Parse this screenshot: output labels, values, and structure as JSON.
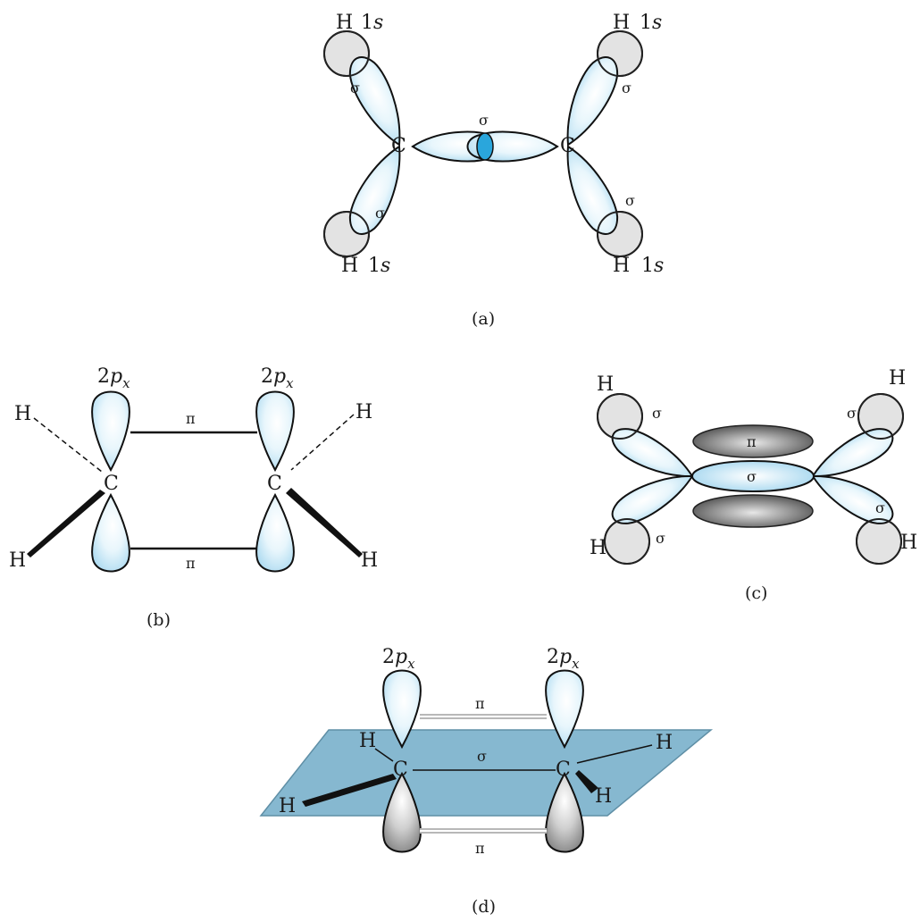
{
  "panels": {
    "a": {
      "caption": "(a)",
      "atom_c": "C",
      "atom_h": "H",
      "orbital_1s": "1",
      "orbital_1s_suffix": "s",
      "bond_sigma": "σ"
    },
    "b": {
      "caption": "(b)",
      "atom_c": "C",
      "atom_h": "H",
      "orbital_2p": "2",
      "orbital_2p_p": "p",
      "orbital_2p_sub": "x",
      "bond_pi": "π"
    },
    "c": {
      "caption": "(c)",
      "atom_h": "H",
      "bond_sigma": "σ",
      "bond_pi": "π"
    },
    "d": {
      "caption": "(d)",
      "atom_c": "C",
      "atom_h": "H",
      "orbital_2p": "2",
      "orbital_2p_p": "p",
      "orbital_2p_sub": "x",
      "bond_sigma": "σ",
      "bond_pi": "π"
    }
  },
  "colors": {
    "hybrid_lobe_blue": "#a9d9ef",
    "overlap_blue": "#2aa6dc",
    "hydrogen_1s_gray": "#e3e3e3",
    "pi_lobe_dark": "#555555",
    "molecular_plane": "#86b8d0"
  }
}
